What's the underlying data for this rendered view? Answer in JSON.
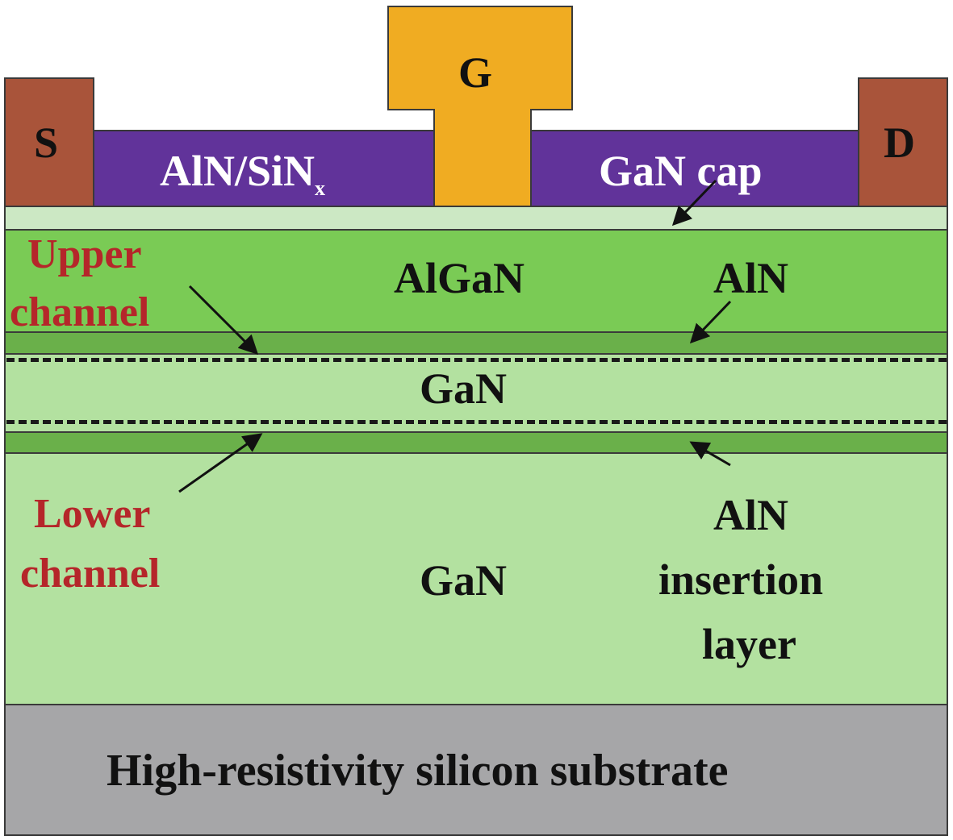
{
  "labels": {
    "source": "S",
    "gate": "G",
    "drain": "D",
    "passivation": "AlN/SiN",
    "passivation_sub": "x",
    "gan_cap": "GaN cap",
    "algan": "AlGaN",
    "aln_upper": "AlN",
    "gan_channel": "GaN",
    "gan_buffer": "GaN",
    "upper_channel": [
      "Upper",
      "channel"
    ],
    "lower_channel": [
      "Lower",
      "channel"
    ],
    "aln_insertion": [
      "AlN",
      "insertion",
      "layer"
    ],
    "substrate": "High-resistivity silicon substrate"
  },
  "colors": {
    "contact": "#a9543a",
    "gate": "#f0ac22",
    "passivation": "#61339a",
    "cap": "#cce8c4",
    "algan": "#7acb55",
    "aln": "#6ab04a",
    "gan": "#b3e1a0",
    "substrate": "#a6a6a8",
    "channel_text": "#b5262a"
  }
}
